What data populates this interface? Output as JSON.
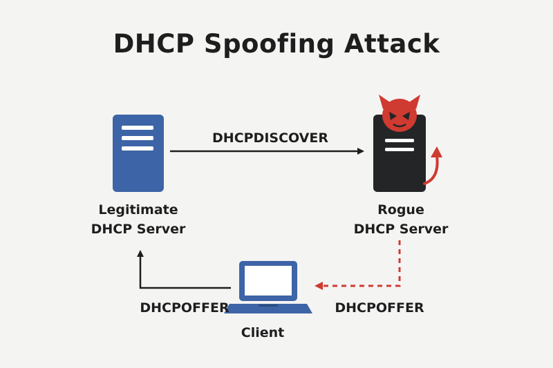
{
  "title": "DHCP Spoofing Attack",
  "nodes": {
    "legitimate_server": {
      "line1": "Legitimate",
      "line2": "DHCP Server"
    },
    "rogue_server": {
      "line1": "Rogue",
      "line2": "DHCP Server"
    },
    "client": {
      "label": "Client"
    }
  },
  "edges": {
    "discover": {
      "label": "DHCPDISCOVER"
    },
    "offer_legitimate": {
      "label": "DHCPOFFER"
    },
    "offer_rogue": {
      "label": "DHCPOFFER"
    }
  },
  "colors": {
    "legit_server": "#3d64a6",
    "rogue_server": "#232527",
    "devil": "#cf3a31",
    "arrow": "#1e1e1e",
    "rogue_arrow": "#cf3a31",
    "laptop": "#3d64a6"
  },
  "icons": {
    "legitimate_server": "server-icon",
    "rogue_server": "server-icon",
    "devil": "devil-icon",
    "client": "laptop-icon"
  }
}
